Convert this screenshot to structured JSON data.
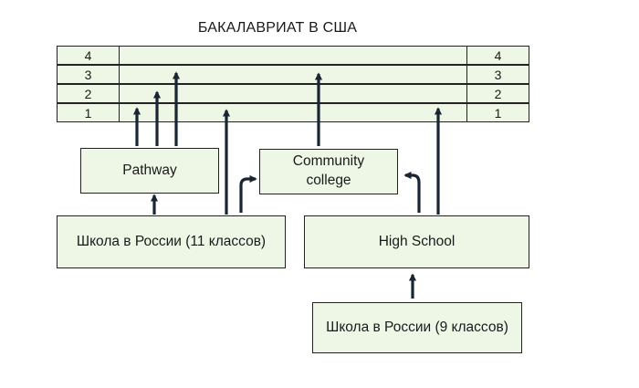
{
  "title": "БАКАЛАВРИАТ В США",
  "years": [
    {
      "left": "4",
      "right": "4"
    },
    {
      "left": "3",
      "right": "3"
    },
    {
      "left": "2",
      "right": "2"
    },
    {
      "left": "1",
      "right": "1"
    }
  ],
  "boxes": {
    "pathway": "Pathway",
    "community_college_line1": "Community",
    "community_college_line2": "college",
    "school_russia_11": "Школа в России (11 классов)",
    "high_school": "High School",
    "school_russia_9": "Школа в России (9 классов)"
  },
  "colors": {
    "box_fill": "#eef7e6",
    "border": "#222222",
    "arrow": "#1a2533"
  }
}
